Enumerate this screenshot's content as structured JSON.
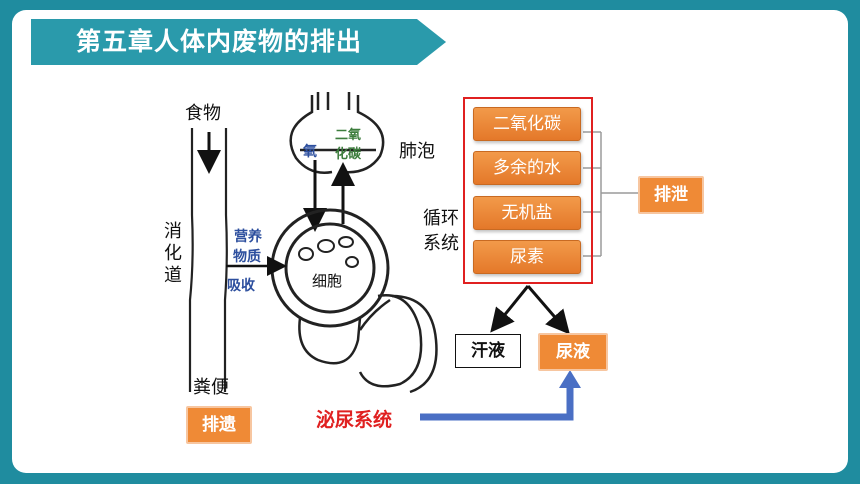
{
  "slide": {
    "title": "第五章人体内废物的排出"
  },
  "diagram": {
    "food": "食物",
    "digestive_tract": "消化道",
    "feces": "粪便",
    "nutrients_1": "营养",
    "nutrients_2": "物质",
    "absorption": "吸收",
    "oxygen": "氧",
    "co2_1": "二氧",
    "co2_2": "化碳",
    "alveoli": "肺泡",
    "circulatory_1": "循环",
    "circulatory_2": "系统",
    "cell": "细胞"
  },
  "wastes": {
    "items": [
      "二氧化碳",
      "多余的水",
      "无机盐",
      "尿素"
    ],
    "excretion_tag": "排泄",
    "egestion_tag": "排遗",
    "sweat": "汗液",
    "urine": "尿液",
    "urinary_system": "泌尿系统"
  },
  "colors": {
    "background": "#1f8c9f",
    "banner": "#2a9aab",
    "orange": "#ef8a36",
    "red": "#e02020",
    "blue_arrow": "#4a6fc4"
  }
}
